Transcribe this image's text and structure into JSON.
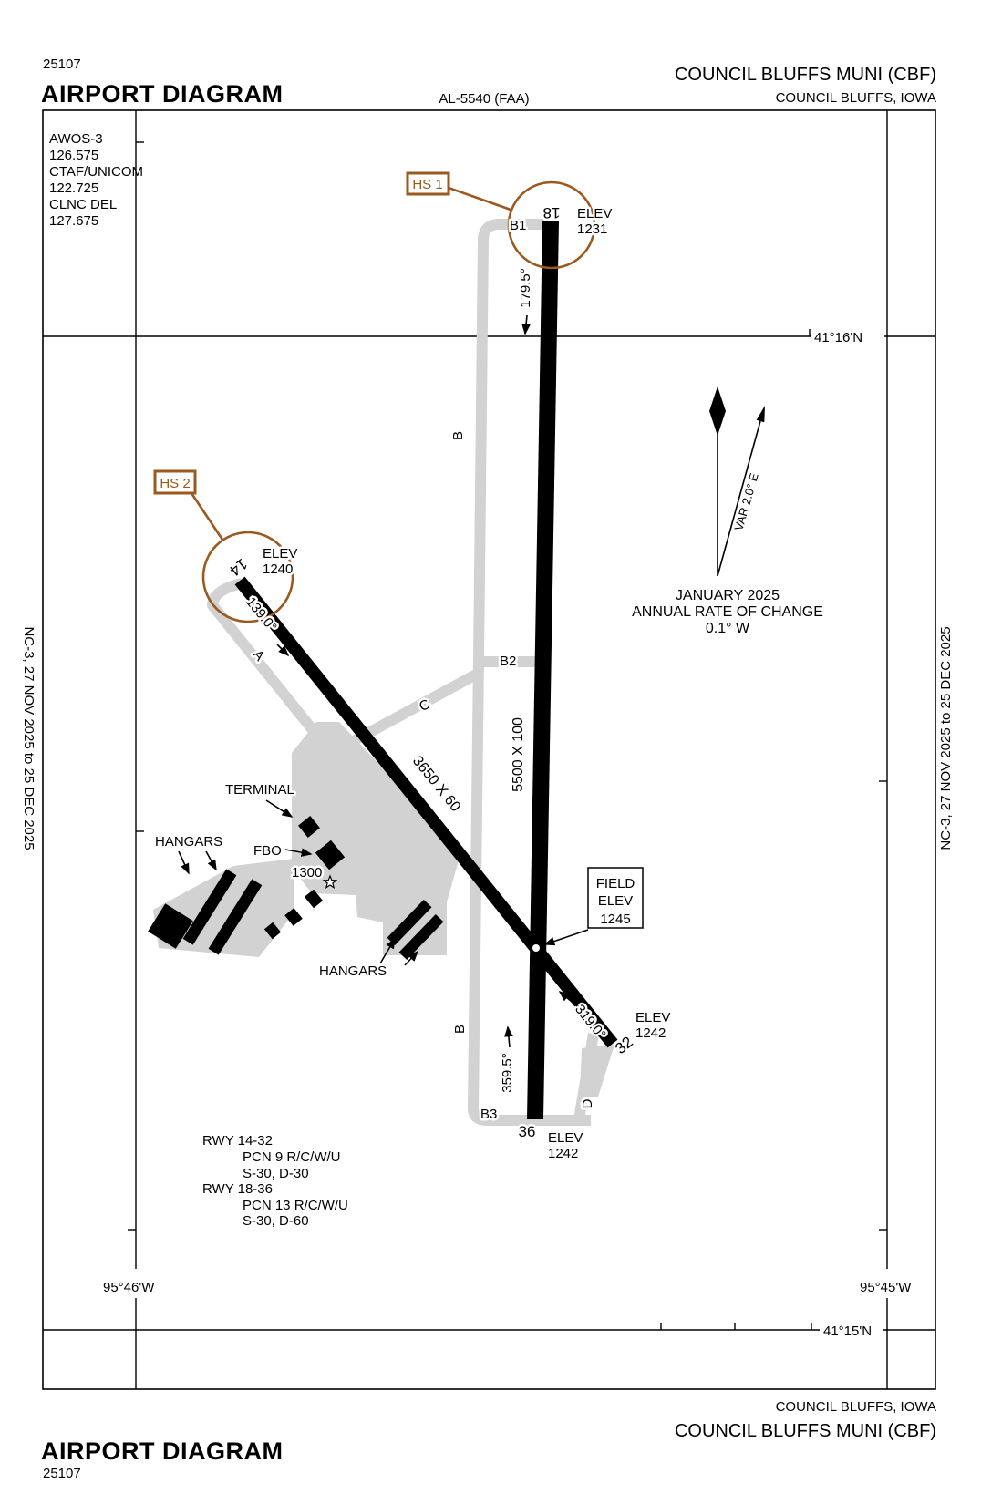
{
  "header": {
    "chart_number": "25107",
    "title": "AIRPORT DIAGRAM",
    "al_number": "AL-5540 (FAA)",
    "airport_name": "COUNCIL BLUFFS MUNI (CBF)",
    "airport_city": "COUNCIL BLUFFS, IOWA"
  },
  "footer": {
    "airport_city": "COUNCIL BLUFFS, IOWA",
    "airport_name": "COUNCIL BLUFFS MUNI (CBF)",
    "title": "AIRPORT DIAGRAM",
    "chart_number": "25107"
  },
  "margins": {
    "left": "NC-3, 27 NOV 2025 to 25 DEC 2025",
    "right": "NC-3, 27 NOV 2025 to 25 DEC 2025"
  },
  "frequencies": {
    "lines": [
      "AWOS-3",
      "126.575",
      "CTAF/UNICOM",
      "122.725",
      "CLNC DEL",
      "127.675"
    ]
  },
  "graticule": {
    "lat_top": "41°16'N",
    "lat_bottom": "41°15'N",
    "lon_left": "95°46'W",
    "lon_right": "95°45'W"
  },
  "compass": {
    "variation": "VAR 2.0° E",
    "date": "JANUARY 2025",
    "rate_label": "ANNUAL RATE OF CHANGE",
    "rate_value": "0.1° W"
  },
  "hotspots": {
    "hs1_label": "HS 1",
    "hs2_label": "HS 2"
  },
  "runway_18_36": {
    "number_18": "18",
    "number_36": "36",
    "heading_18": "179.5°",
    "heading_36": "359.5°",
    "dimensions": "5500 X 100",
    "elev_label": "ELEV",
    "elev_18": "1231",
    "elev_36": "1242"
  },
  "runway_14_32": {
    "number_14": "14",
    "number_32": "32",
    "heading_14": "139.0°",
    "heading_32": "319.0°",
    "dimensions": "3650 X 60",
    "elev_label": "ELEV",
    "elev_14": "1240",
    "elev_32": "1242"
  },
  "field_elevation": {
    "line1": "FIELD",
    "line2": "ELEV",
    "line3": "1245"
  },
  "taxiways": {
    "a": "A",
    "b": "B",
    "b1": "B1",
    "b2": "B2",
    "b3": "B3",
    "c": "C",
    "d": "D"
  },
  "facilities": {
    "terminal": "TERMINAL",
    "hangars_west": "HANGARS",
    "hangars_south": "HANGARS",
    "fbo": "FBO",
    "beacon_elev": "1300"
  },
  "runway_data": {
    "lines": [
      "RWY 14-32",
      "PCN 9 R/C/W/U",
      "S-30, D-30",
      "RWY 18-36",
      "PCN 13 R/C/W/U",
      "S-30, D-60"
    ]
  },
  "colors": {
    "pavement_gray": "#D2D2D2",
    "hotspot_brown": "#9A5A1F",
    "ink": "#000000"
  }
}
